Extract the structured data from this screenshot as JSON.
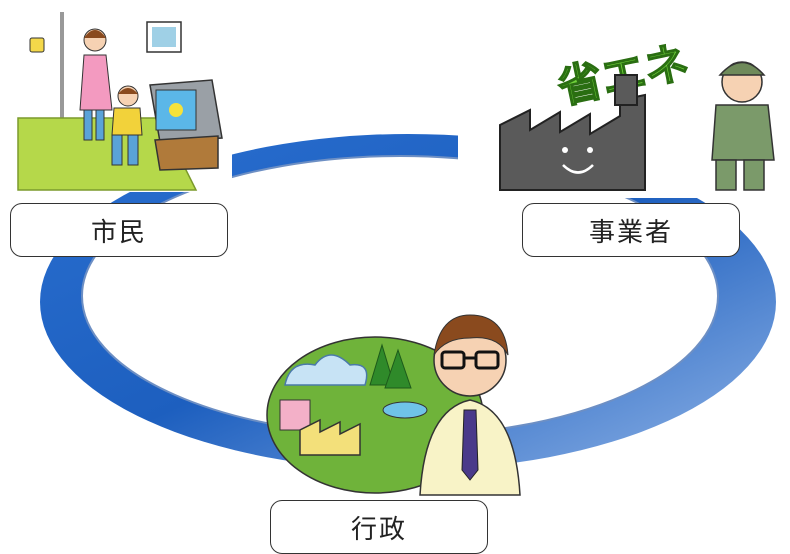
{
  "labels": {
    "citizen": "市民",
    "business": "事業者",
    "government": "行政"
  },
  "sign_text": "省エネ",
  "colors": {
    "ring": "#1d5fbf",
    "ring_light": "#8fb3e6",
    "sign": "#6fd13a",
    "factory": "#5a5a5a",
    "earth": "#6fb33a",
    "carpet": "#b5d84a"
  },
  "icons": {
    "citizen": "family-saving-energy-illustration",
    "business": "factory-and-worker-illustration",
    "government": "official-with-green-town-illustration"
  }
}
